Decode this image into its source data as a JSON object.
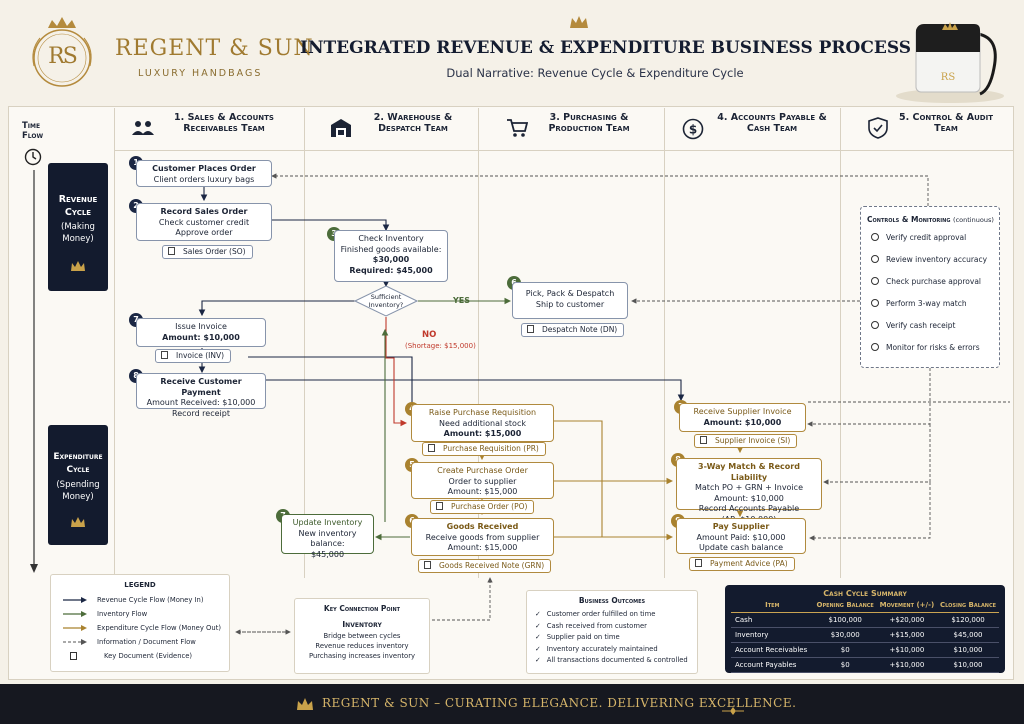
{
  "brand": {
    "monogram": "RS",
    "name": "REGENT & SUN",
    "tagline": "LUXURY HANDBAGS"
  },
  "header": {
    "title": "INTEGRATED REVENUE & EXPENDITURE BUSINESS PROCESS FLOW",
    "subtitle": "Dual Narrative: Revenue Cycle & Expenditure Cycle"
  },
  "timeflow": "Time Flow",
  "teams": [
    {
      "label": "1. Sales & Accounts Receivables Team",
      "icon": "people-icon"
    },
    {
      "label": "2. Warehouse & Despatch Team",
      "icon": "warehouse-icon"
    },
    {
      "label": "3. Purchasing & Production Team",
      "icon": "cart-icon"
    },
    {
      "label": "4. Accounts Payable & Cash Team",
      "icon": "dollar-icon"
    },
    {
      "label": "5. Control & Audit Team",
      "icon": "shield-icon"
    }
  ],
  "cycles": {
    "revenue": {
      "title": "Revenue Cycle",
      "sub": "(Making Money)"
    },
    "expenditure": {
      "title": "Expenditure Cycle",
      "sub": "(Spending Money)"
    }
  },
  "steps": {
    "r1": {
      "num": "1",
      "title": "Customer Places Order",
      "lines": [
        "Client orders luxury bags"
      ]
    },
    "r2": {
      "num": "2",
      "title": "Record Sales Order",
      "lines": [
        "Check customer credit",
        "Approve order"
      ]
    },
    "r3": {
      "num": "3",
      "title": "Check Inventory",
      "lines": [
        "Finished goods available:",
        "$30,000",
        "Required: $45,000"
      ]
    },
    "r6": {
      "num": "6",
      "title": "Pick, Pack & Despatch",
      "lines": [
        "Ship to customer"
      ]
    },
    "r7": {
      "num": "7",
      "title": "Issue Invoice",
      "lines": [
        "Amount: $10,000"
      ]
    },
    "r8": {
      "num": "8",
      "title": "Receive Customer Payment",
      "lines": [
        "Amount Received: $10,000",
        "Record receipt"
      ]
    },
    "e4": {
      "num": "4",
      "title": "Raise Purchase Requisition",
      "lines": [
        "Need additional stock",
        "Amount: $15,000"
      ]
    },
    "e5": {
      "num": "5",
      "title": "Create Purchase Order",
      "lines": [
        "Order to supplier",
        "Amount: $15,000"
      ]
    },
    "e6": {
      "num": "6",
      "title": "Goods Received",
      "lines": [
        "Receive goods from supplier",
        "Amount: $15,000"
      ]
    },
    "e7": {
      "num": "7",
      "title": "Update Inventory",
      "lines": [
        "New inventory balance:",
        "$45,000"
      ]
    },
    "a7": {
      "num": "7",
      "title": "Receive Supplier Invoice",
      "lines": [
        "Amount: $10,000"
      ]
    },
    "a8": {
      "num": "8",
      "title": "3-Way Match & Record Liability",
      "lines": [
        "Match PO + GRN + Invoice",
        "Amount: $10,000",
        "Record Accounts Payable",
        "(AP: $10,000)"
      ]
    },
    "a9": {
      "num": "9",
      "title": "Pay Supplier",
      "lines": [
        "Amount Paid: $10,000",
        "Update cash balance"
      ]
    }
  },
  "decision": {
    "label": "Sufficient Inventory?",
    "yes": "YES",
    "no": "NO",
    "no_note": "(Shortage: $15,000)"
  },
  "docs": {
    "so": "Sales Order (SO)",
    "dn": "Despatch Note (DN)",
    "inv": "Invoice (INV)",
    "pr": "Purchase Requisition (PR)",
    "po": "Purchase Order (PO)",
    "grn": "Goods Received Note (GRN)",
    "si": "Supplier Invoice (SI)",
    "pa": "Payment Advice (PA)"
  },
  "controls": {
    "title": "Controls & Monitoring",
    "note": "(continuous)",
    "items": [
      "Verify credit approval",
      "Review inventory accuracy",
      "Check purchase approval",
      "Perform 3-way match",
      "Verify cash receipt",
      "Monitor for risks & errors"
    ]
  },
  "legend": {
    "title": "LEGEND",
    "items": [
      {
        "label": "Revenue Cycle Flow (Money In)",
        "color": "#1b2744"
      },
      {
        "label": "Inventory Flow",
        "color": "#4c6c3a"
      },
      {
        "label": "Expenditure Cycle Flow (Money Out)",
        "color": "#a9822f"
      },
      {
        "label": "Information / Document Flow",
        "color": "#555555"
      },
      {
        "label": "Key Document (Evidence)",
        "color": "#333333"
      }
    ]
  },
  "key_point": {
    "title": "Key Connection Point",
    "sub": "Inventory",
    "lines": [
      "Bridge between cycles",
      "Revenue reduces inventory",
      "Purchasing increases inventory"
    ]
  },
  "outcomes": {
    "title": "Business Outcomes",
    "items": [
      "Customer order fulfilled on time",
      "Cash received from customer",
      "Supplier paid on time",
      "Inventory accurately maintained",
      "All transactions documented & controlled"
    ]
  },
  "cash_summary": {
    "title": "Cash Cycle Summary",
    "headers": [
      "Item",
      "Opening Balance",
      "Movement (+/-)",
      "Closing Balance"
    ],
    "rows": [
      [
        "Cash",
        "$100,000",
        "+$20,000",
        "$120,000"
      ],
      [
        "Inventory",
        "$30,000",
        "+$15,000",
        "$45,000"
      ],
      [
        "Account Receivables",
        "$0",
        "+$10,000",
        "$10,000"
      ],
      [
        "Account Payables",
        "$0",
        "+$10,000",
        "$10,000"
      ]
    ]
  },
  "footer": "REGENT & SUN – CURATING ELEGANCE. DELIVERING EXCELLENCE.",
  "colors": {
    "navy": "#1b2744",
    "gold": "#a9822f",
    "green": "#4c6c3a",
    "red": "#c0392b"
  }
}
